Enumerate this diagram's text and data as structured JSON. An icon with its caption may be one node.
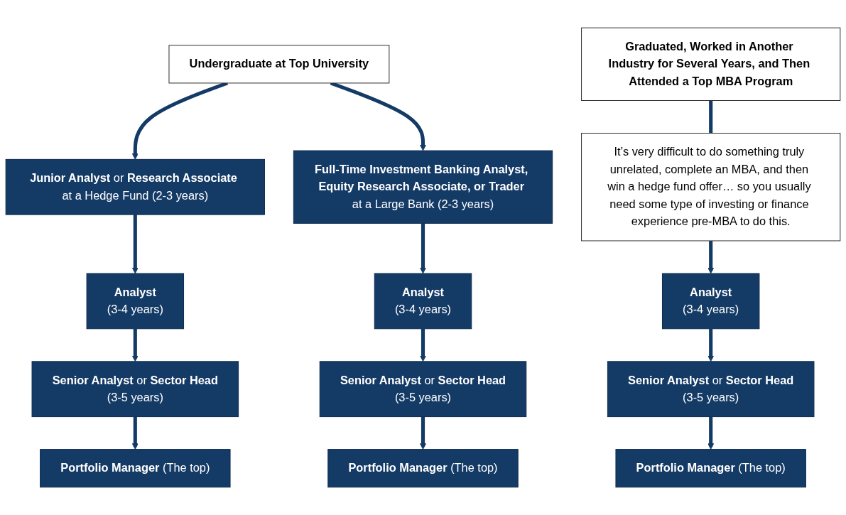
{
  "diagram": {
    "nodes": [
      {
        "text": [
          "**Undergraduate at Top University**"
        ]
      },
      {
        "text": [
          "**Graduated, Worked in Another Industry for Several Years, and Then Attended a Top MBA Program**"
        ]
      },
      {
        "text": [
          "**Junior Analyst** or **Research Associate** at a Hedge Fund (2-3 years)"
        ]
      },
      {
        "text": [
          "**Full-Time Investment Banking Analyst, Equity Research Associate, or Trader** at a Large Bank (2-3 years)"
        ]
      },
      {
        "text": [
          "It’s very difficult to do something truly unrelated, complete an MBA, and then win a hedge fund offer… so you usually need some type of investing or finance experience pre-MBA to do this."
        ]
      },
      {
        "text": [
          "**Analyst**",
          "(3-4 years)"
        ]
      },
      {
        "text": [
          "**Analyst**",
          "(3-4 years)"
        ]
      },
      {
        "text": [
          "**Analyst**",
          "(3-4 years)"
        ]
      },
      {
        "text": [
          "**Senior Analyst** or **Sector Head**",
          "(3-5 years)"
        ]
      },
      {
        "text": [
          "**Senior Analyst** or **Sector Head**",
          "(3-5 years)"
        ]
      },
      {
        "text": [
          "**Senior Analyst** or **Sector Head**",
          "(3-5 years)"
        ]
      },
      {
        "text": [
          "**Portfolio Manager** (The top)"
        ]
      },
      {
        "text": [
          "**Portfolio Manager** (The top)"
        ]
      },
      {
        "text": [
          "**Portfolio Manager** (The top)"
        ]
      }
    ],
    "edges": [
      {
        "from": 0,
        "to": 2,
        "arrow": "to"
      },
      {
        "from": 0,
        "to": 3,
        "arrow": "to"
      },
      {
        "from": 1,
        "to": 4,
        "arrow": "none"
      },
      {
        "from": 4,
        "to": 7,
        "arrow": "to"
      },
      {
        "from": 2,
        "to": 5,
        "arrow": "to"
      },
      {
        "from": 3,
        "to": 6,
        "arrow": "to"
      },
      {
        "from": 5,
        "to": 8,
        "arrow": "to"
      },
      {
        "from": 6,
        "to": 9,
        "arrow": "to"
      },
      {
        "from": 7,
        "to": 10,
        "arrow": "to"
      },
      {
        "from": 8,
        "to": 11,
        "arrow": "to"
      },
      {
        "from": 9,
        "to": 12,
        "arrow": "to"
      },
      {
        "from": 10,
        "to": 13,
        "arrow": "to"
      }
    ]
  }
}
